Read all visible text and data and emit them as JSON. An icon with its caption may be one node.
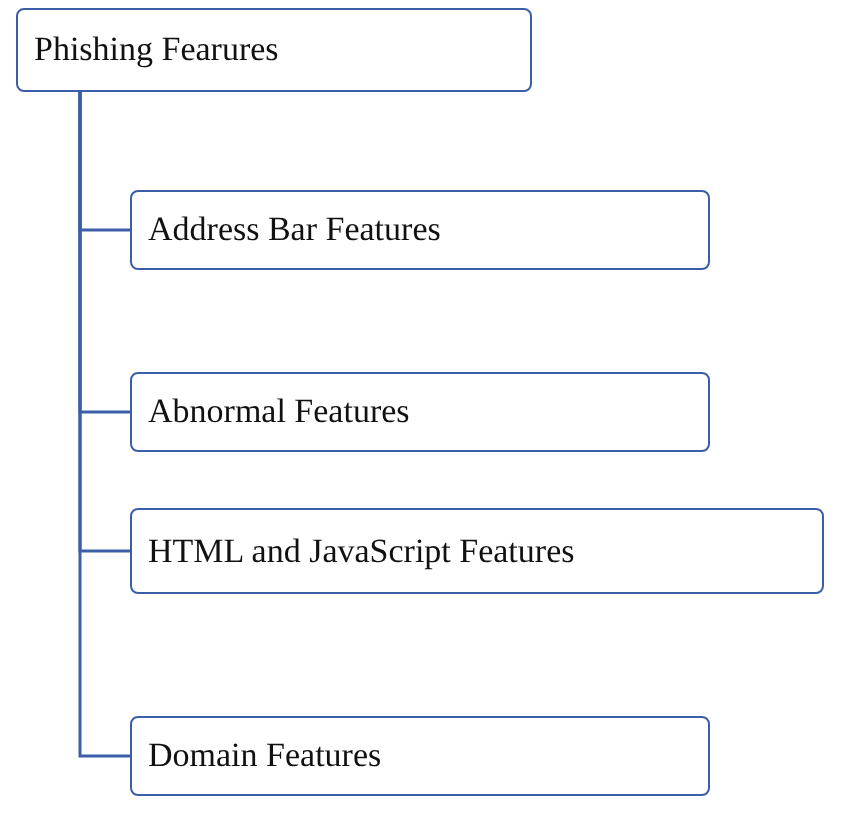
{
  "diagram": {
    "nodes": [
      {
        "text": [
          "Phishing Fearures"
        ]
      },
      {
        "text": [
          "Address Bar Features"
        ]
      },
      {
        "text": [
          "Abnormal Features"
        ]
      },
      {
        "text": [
          "HTML and JavaScript Features"
        ]
      },
      {
        "text": [
          "Domain Features"
        ]
      }
    ],
    "edges": [
      {
        "from": 0,
        "to": 1,
        "arrow": "none"
      },
      {
        "from": 0,
        "to": 2,
        "arrow": "none"
      },
      {
        "from": 0,
        "to": 3,
        "arrow": "none"
      },
      {
        "from": 0,
        "to": 4,
        "arrow": "none"
      }
    ]
  }
}
